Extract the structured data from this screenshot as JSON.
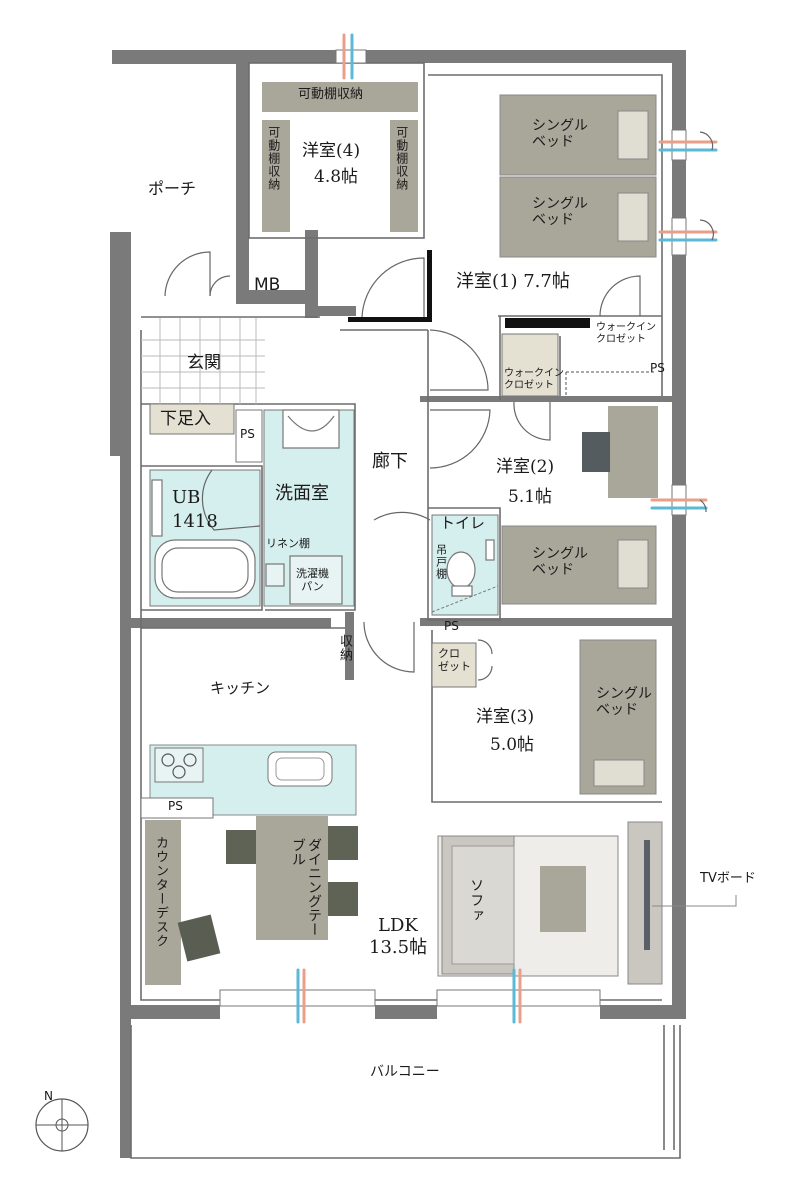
{
  "floorplan": {
    "rooms": {
      "porch": "ポーチ",
      "mb": "MB",
      "entrance": "玄関",
      "shoe_storage": "下足入",
      "ps_entrance": "PS",
      "ub_name": "UB",
      "ub_size": "1418",
      "washroom": "洗面室",
      "linen_shelf": "リネン棚",
      "washer_pan": "洗濯機\nパン",
      "corridor": "廊下",
      "toilet": "トイレ",
      "hanging_cabinet": "吊戸棚",
      "ps_toilet": "PS",
      "storage": "収納",
      "kitchen": "キッチン",
      "ps_kitchen": "PS",
      "counter_desk": "カウンターデスク",
      "dining_table": "ダイニングテーブル",
      "sofa": "ソファ",
      "ldk_name": "LDK",
      "ldk_size": "13.5帖",
      "tv_board": "TVボード",
      "balcony": "バルコニー",
      "room4_name": "洋室(4)",
      "room4_size": "4.8帖",
      "movable_shelf_top": "可動棚収納",
      "movable_shelf_left": "可動棚収納",
      "movable_shelf_right": "可動棚収納",
      "room1": "洋室(1) 7.7帖",
      "single_bed_1": "シングル\nベッド",
      "single_bed_2": "シングル\nベッド",
      "walkin_1": "ウォークイン\nクロゼット",
      "walkin_2": "ウォークイン\nクロゼット",
      "ps_room1": "PS",
      "room2_name": "洋室(2)",
      "room2_size": "5.1帖",
      "single_bed_3": "シングル\nベッド",
      "room3_name": "洋室(3)",
      "room3_size": "5.0帖",
      "closet_3": "クロ\nゼット",
      "single_bed_4": "シングル\nベッド"
    },
    "compass": {
      "north": "N"
    },
    "colors": {
      "wall": "#7a7a7a",
      "furniture": "#a9a69a",
      "wet_area": "#d5efee",
      "shelf": "#e4e0d2",
      "window_blue": "#5bb8d6",
      "window_pink": "#e9a08a"
    }
  }
}
